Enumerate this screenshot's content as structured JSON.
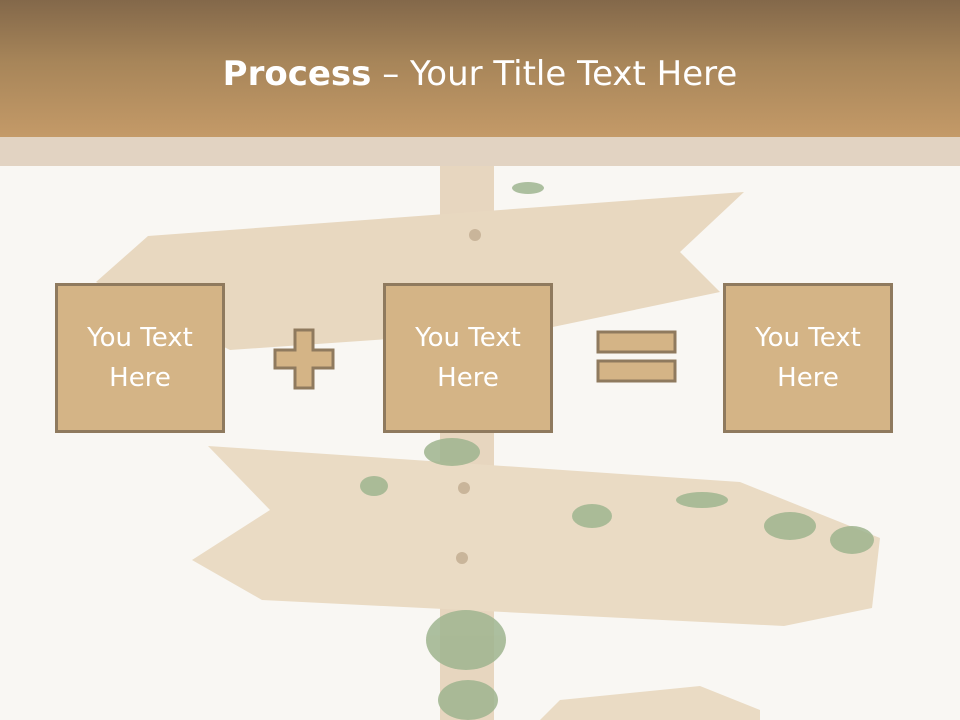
{
  "title": {
    "bold": "Process",
    "dash": " – ",
    "rest": "Your Title Text Here"
  },
  "boxes": [
    {
      "text": "You Text Here"
    },
    {
      "text": "You Text Here"
    },
    {
      "text": "You Text Here"
    }
  ],
  "operators": [
    "plus-icon",
    "equals-icon"
  ],
  "colors": {
    "header": "#a78559",
    "box_fill": "#d4b486",
    "box_border": "#8f7a5e"
  }
}
